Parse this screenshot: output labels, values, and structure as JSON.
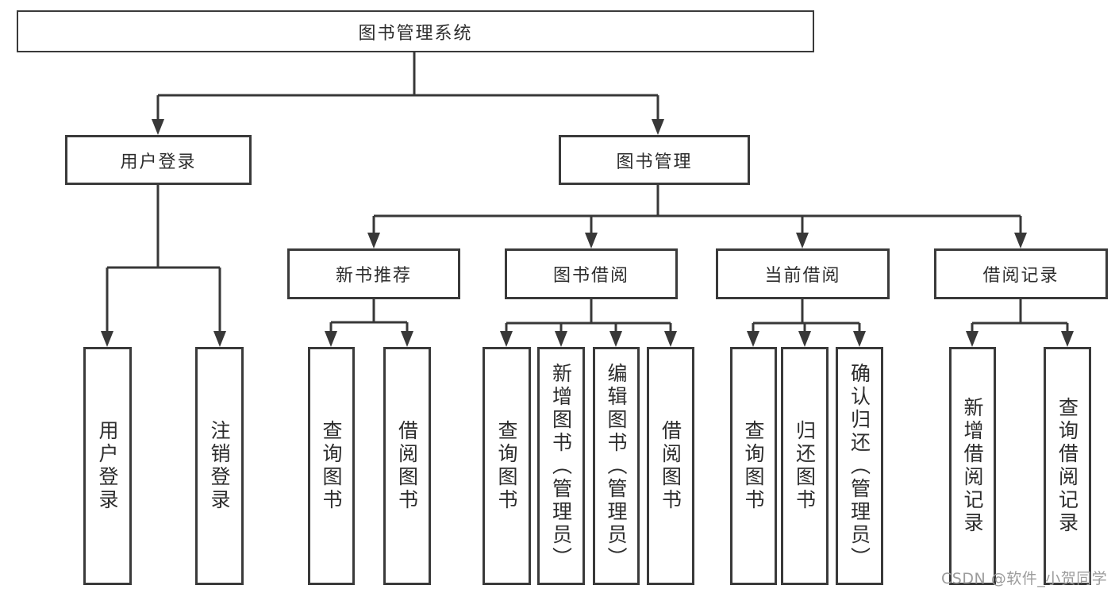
{
  "diagram_type": "tree",
  "colors": {
    "background": "#ffffff",
    "line": "#383838",
    "box_border": "#3a3a3a",
    "text": "#2d2d2d",
    "watermark": "#9c9c9c"
  },
  "tree": {
    "label": "图书管理系统",
    "children": [
      {
        "label": "用户登录",
        "children": [
          {
            "label": "用户登录"
          },
          {
            "label": "注销登录"
          }
        ]
      },
      {
        "label": "图书管理",
        "children": [
          {
            "label": "新书推荐",
            "children": [
              {
                "label": "查询图书"
              },
              {
                "label": "借阅图书"
              }
            ]
          },
          {
            "label": "图书借阅",
            "children": [
              {
                "label": "查询图书"
              },
              {
                "label": "新增图书（管理员）"
              },
              {
                "label": "编辑图书（管理员）"
              },
              {
                "label": "借阅图书"
              }
            ]
          },
          {
            "label": "当前借阅",
            "children": [
              {
                "label": "查询图书"
              },
              {
                "label": "归还图书"
              },
              {
                "label": "确认归还（管理员）"
              }
            ]
          },
          {
            "label": "借阅记录",
            "children": [
              {
                "label": "新增借阅记录"
              },
              {
                "label": "查询借阅记录"
              }
            ]
          }
        ]
      }
    ]
  },
  "watermark": {
    "text": "CSDN @软件_小贺同学"
  }
}
